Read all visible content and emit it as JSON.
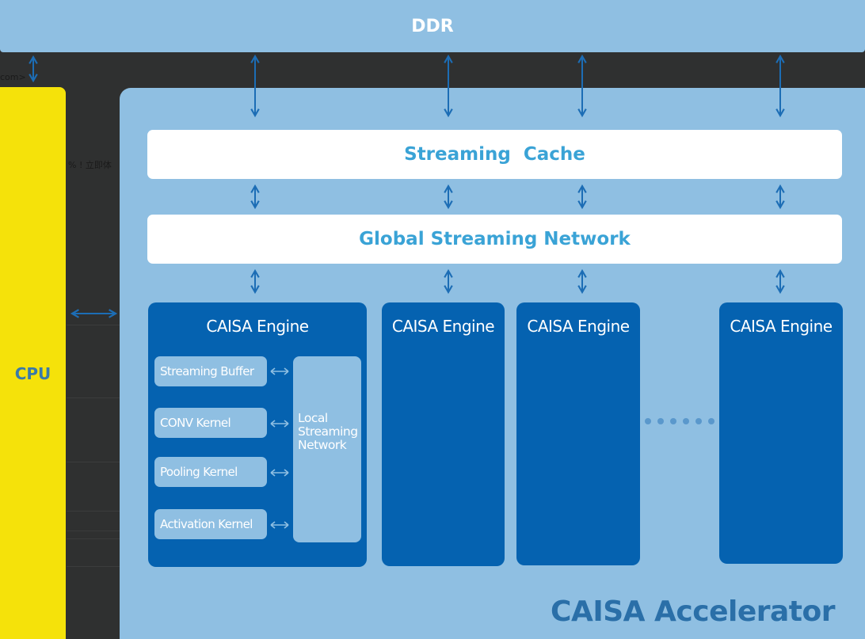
{
  "background_fragments": {
    "left_top": "com>",
    "left_mid": "% !  立即体"
  },
  "ddr": {
    "label": "DDR"
  },
  "cpu": {
    "label": "CPU"
  },
  "accelerator": {
    "label": "CAISA Accelerator",
    "streaming_cache": {
      "label": "Streaming  Cache"
    },
    "global_network": {
      "label": "Global Streaming Network"
    },
    "engines": [
      {
        "title": "CAISA Engine",
        "kernels": [
          {
            "label": "Streaming Buffer"
          },
          {
            "label": "CONV Kernel"
          },
          {
            "label": "Pooling Kernel"
          },
          {
            "label": "Activation Kernel"
          }
        ],
        "local_network": {
          "label": "Local Streaming Network"
        }
      },
      {
        "title": "CAISA Engine"
      },
      {
        "title": "CAISA Engine"
      },
      {
        "title": "CAISA Engine"
      }
    ],
    "ellipsis": "......"
  },
  "colors": {
    "ddr": "#8fbfe2",
    "cpu": "#f5e20a",
    "accelerator": "#8fbfe2",
    "engine": "#0562b0",
    "bar_text": "#3aa3d6",
    "arrow": "#1c6db5",
    "dark_bg": "#2f3030"
  }
}
